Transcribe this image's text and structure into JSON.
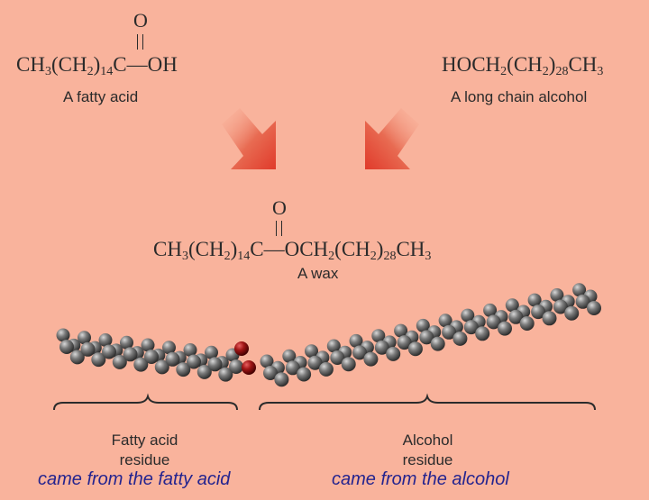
{
  "fatty_acid": {
    "formula": {
      "prefix": "CH",
      "s1": "3",
      "mid": "(CH",
      "s2": "2",
      "close": ")",
      "s3": "14",
      "tail": "C—OH"
    },
    "carbonyl_o": "O",
    "label": "A fatty acid"
  },
  "alcohol": {
    "formula": {
      "prefix": "HOCH",
      "s1": "2",
      "mid": "(CH",
      "s2": "2",
      "close": ")",
      "s3": "28",
      "tail": "CH",
      "s4": "3"
    },
    "label": "A long chain alcohol"
  },
  "wax": {
    "formula": {
      "prefix": "CH",
      "s1": "3",
      "mid": "(CH",
      "s2": "2",
      "close": ")",
      "s3": "14",
      "ester": "C—OCH",
      "s4": "2",
      "mid2": "(CH",
      "s5": "2",
      "close2": ")",
      "s6": "28",
      "tail": "CH",
      "s7": "3"
    },
    "carbonyl_o": "O",
    "label": "A wax"
  },
  "residues": {
    "fatty_acid": {
      "line1": "Fatty acid",
      "line2": "residue",
      "note": "came from the fatty acid"
    },
    "alcohol": {
      "line1": "Alcohol",
      "line2": "residue",
      "note": "came from the alcohol"
    }
  },
  "colors": {
    "background": "#f9b39c",
    "arrow": "#e03a2a",
    "carbon_atom": "#6d6d6d",
    "oxygen_atom": "#9b1010",
    "note_text": "#24248f"
  }
}
